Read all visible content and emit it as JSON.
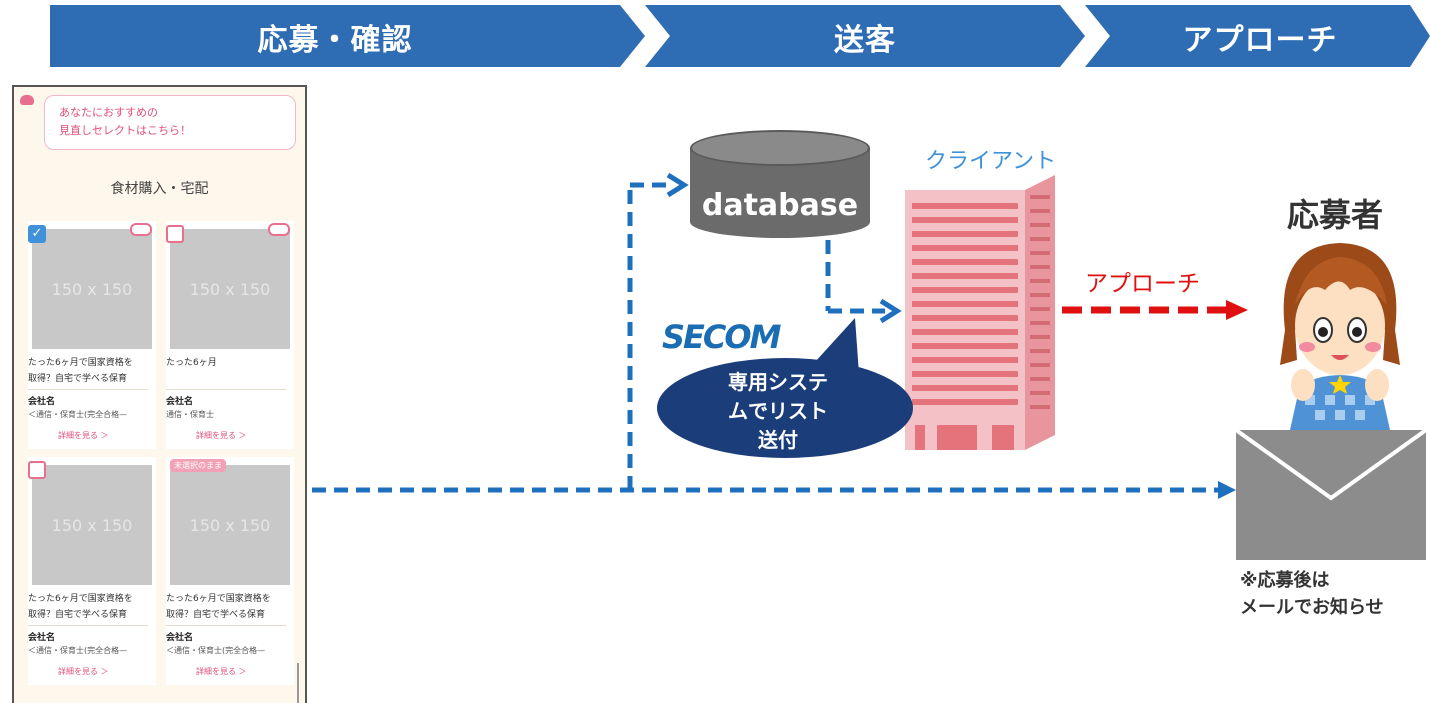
{
  "header": {
    "steps": [
      "応募・確認",
      "送客",
      "アプローチ"
    ]
  },
  "phone": {
    "bubble_line1": "あなたにおすすめの",
    "bubble_line2": "見直しセレクトはこちら！",
    "category_title": "食材購入・宅配",
    "cards": [
      {
        "image_label": "150 x 150",
        "title_line1": "たった6ヶ月で国家資格を",
        "title_line2": "取得？自宅で学べる保育",
        "company": "会社名",
        "detail": "＜通信・保育士(完全合格—",
        "link": "詳細を見る ＞",
        "checked": true,
        "tag": ""
      },
      {
        "image_label": "150 x 150",
        "title_line1": "たった6ヶ月",
        "title_line2": "",
        "company": "会社名",
        "detail": "通信・保育士",
        "link": "詳細を見る ＞",
        "checked": false,
        "tag": ""
      },
      {
        "image_label": "150 x 150",
        "title_line1": "たった6ヶ月で国家資格を",
        "title_line2": "取得？自宅で学べる保育",
        "company": "会社名",
        "detail": "＜通信・保育士(完全合格—",
        "link": "詳細を見る ＞",
        "checked": false,
        "tag": ""
      },
      {
        "image_label": "150 x 150",
        "title_line1": "たった6ヶ月で国家資格を",
        "title_line2": "取得？自宅で学べる保育",
        "company": "会社名",
        "detail": "＜通信・保育士(完全合格—",
        "link": "詳細を見る ＞",
        "checked": false,
        "tag": "未選択のまま"
      }
    ]
  },
  "database_label": "database",
  "client_label": "クライアント",
  "secom_logo": "SECOM",
  "speech": {
    "line1": "専用システ",
    "line2": "ムでリスト",
    "line3": "送付"
  },
  "approach_label": "アプローチ",
  "applicant_label": "応募者",
  "note": {
    "line1": "※応募後は",
    "line2": "メールでお知らせ"
  },
  "colors": {
    "chevron": "#2e6db4",
    "dashed_blue": "#1f6fbf",
    "dashed_red": "#e01010",
    "client_label": "#3f92d9",
    "building": "#f0a8b0",
    "database": "#6b6b6b",
    "speech": "#1b3d7a"
  },
  "icons": {
    "applicant": "girl-character-icon",
    "client": "office-building-icon",
    "mail": "envelope-icon",
    "database": "database-cylinder-icon"
  }
}
